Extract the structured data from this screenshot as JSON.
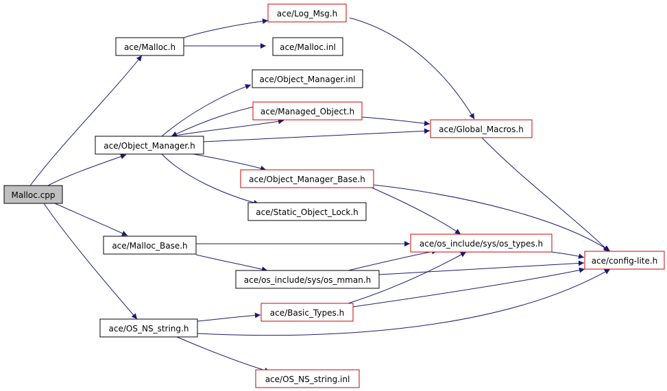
{
  "colors": {
    "edge": "#191970",
    "box_internal": "#000000",
    "box_external": "#cc0000",
    "root_fill": "#bfbfbf",
    "node_fill": "#ffffff"
  },
  "nodes": {
    "root": {
      "label": "Malloc.cpp",
      "kind": "root"
    },
    "malloc_h": {
      "label": "ace/Malloc.h",
      "kind": "internal"
    },
    "log_msg_h": {
      "label": "ace/Log_Msg.h",
      "kind": "external"
    },
    "malloc_inl": {
      "label": "ace/Malloc.inl",
      "kind": "internal"
    },
    "object_manager_inl": {
      "label": "ace/Object_Manager.inl",
      "kind": "internal"
    },
    "managed_object_h": {
      "label": "ace/Managed_Object.h",
      "kind": "external"
    },
    "global_macros_h": {
      "label": "ace/Global_Macros.h",
      "kind": "external"
    },
    "object_manager_h": {
      "label": "ace/Object_Manager.h",
      "kind": "internal"
    },
    "object_manager_base_h": {
      "label": "ace/Object_Manager_Base.h",
      "kind": "external"
    },
    "static_object_lock_h": {
      "label": "ace/Static_Object_Lock.h",
      "kind": "internal"
    },
    "malloc_base_h": {
      "label": "ace/Malloc_Base.h",
      "kind": "internal"
    },
    "os_types_h": {
      "label": "ace/os_include/sys/os_types.h",
      "kind": "external"
    },
    "config_lite_h": {
      "label": "ace/config-lite.h",
      "kind": "external"
    },
    "os_mman_h": {
      "label": "ace/os_include/sys/os_mman.h",
      "kind": "internal"
    },
    "basic_types_h": {
      "label": "ace/Basic_Types.h",
      "kind": "external"
    },
    "os_ns_string_h": {
      "label": "ace/OS_NS_string.h",
      "kind": "internal"
    },
    "os_ns_string_inl": {
      "label": "ace/OS_NS_string.inl",
      "kind": "external"
    }
  }
}
